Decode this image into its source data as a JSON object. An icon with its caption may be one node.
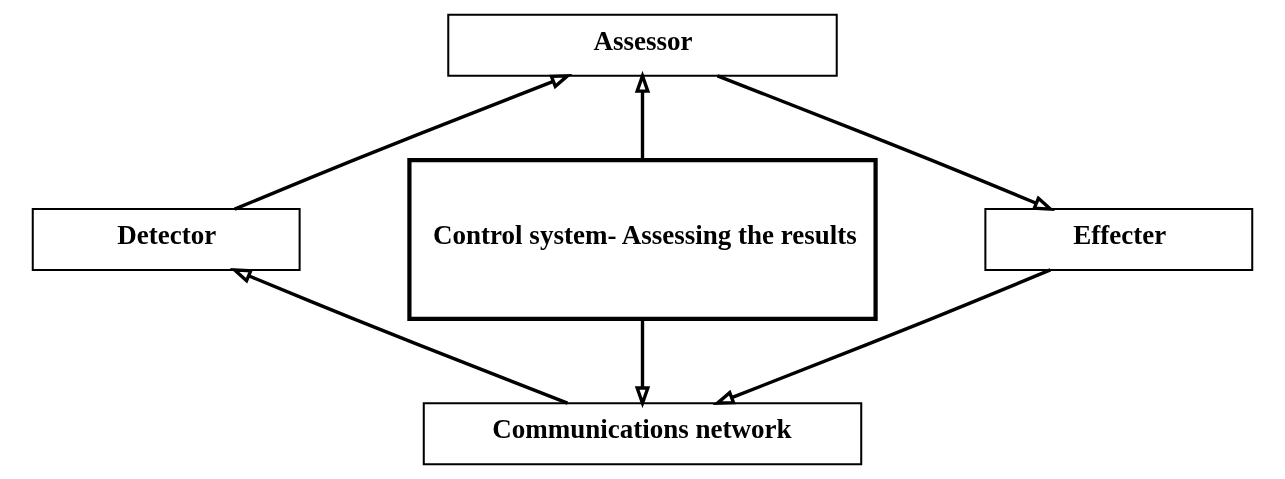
{
  "diagram": {
    "nodes": [
      {
        "text": [
          "Assessor"
        ]
      },
      {
        "text": [
          "Detector"
        ]
      },
      {
        "text": [
          "Control system- Assessing the results"
        ]
      },
      {
        "text": [
          "Effecter"
        ]
      },
      {
        "text": [
          "Communications network"
        ]
      }
    ],
    "edges": [
      {
        "from": 1,
        "to": 0,
        "arrow": "to"
      },
      {
        "from": 0,
        "to": 3,
        "arrow": "to"
      },
      {
        "from": 3,
        "to": 4,
        "arrow": "to"
      },
      {
        "from": 4,
        "to": 1,
        "arrow": "to"
      },
      {
        "from": 2,
        "to": 0,
        "arrow": "to"
      },
      {
        "from": 2,
        "to": 4,
        "arrow": "to"
      }
    ]
  }
}
